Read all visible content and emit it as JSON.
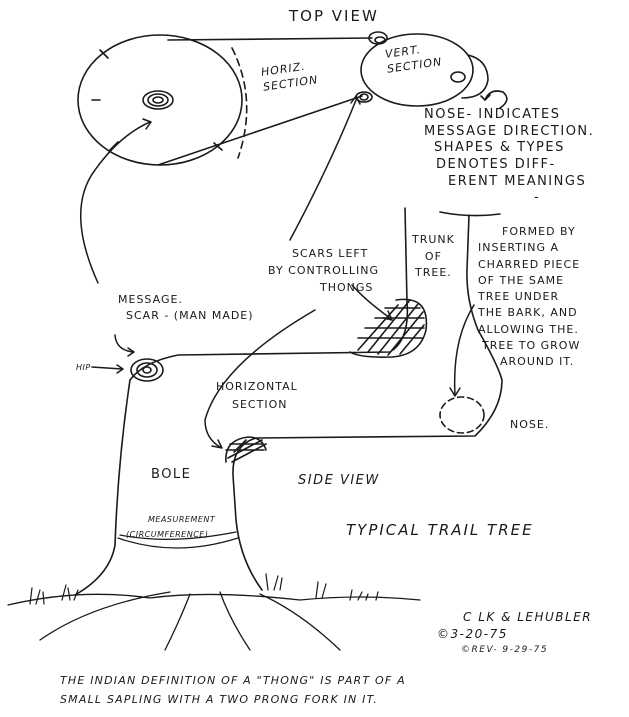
{
  "top_view": {
    "title": "TOP VIEW",
    "horiz_section": [
      "HORIZ.",
      "SECTION"
    ],
    "vert_section": [
      "VERT.",
      "SECTION"
    ]
  },
  "nose_note": [
    "NOSE- INDICATES",
    "MESSAGE DIRECTION.",
    "SHAPES & TYPES",
    "DENOTES DIFF-",
    "ERENT MEANINGS",
    "-"
  ],
  "scars_note": [
    "SCARS LEFT",
    "BY CONTROLLING",
    "THONGS"
  ],
  "trunk_label": [
    "TRUNK",
    "OF",
    "TREE."
  ],
  "formed_note": [
    "FORMED BY",
    "INSERTING A",
    "CHARRED PIECE",
    "OF THE SAME",
    "TREE UNDER",
    "THE BARK, AND",
    "ALLOWING THE.",
    "TREE TO GROW",
    "AROUND IT."
  ],
  "message_scar": [
    "MESSAGE.",
    "SCAR - (MAN MADE)"
  ],
  "hip_label": "HIP",
  "horizontal_section": [
    "HORIZONTAL",
    "SECTION"
  ],
  "nose_label": "NOSE.",
  "bole_label": "BOLE",
  "measurement": [
    "MEASUREMENT",
    "(CIRCUMFERENCE)"
  ],
  "side_view": "SIDE VIEW",
  "title": "TYPICAL TRAIL TREE",
  "credits": [
    "C LK & LEHUBLER",
    "©3-20-75",
    "©REV- 9-29-75"
  ],
  "footer": [
    "THE INDIAN DEFINITION OF A \"THONG\" IS PART OF A",
    "SMALL SAPLING WITH A TWO PRONG FORK IN IT."
  ]
}
